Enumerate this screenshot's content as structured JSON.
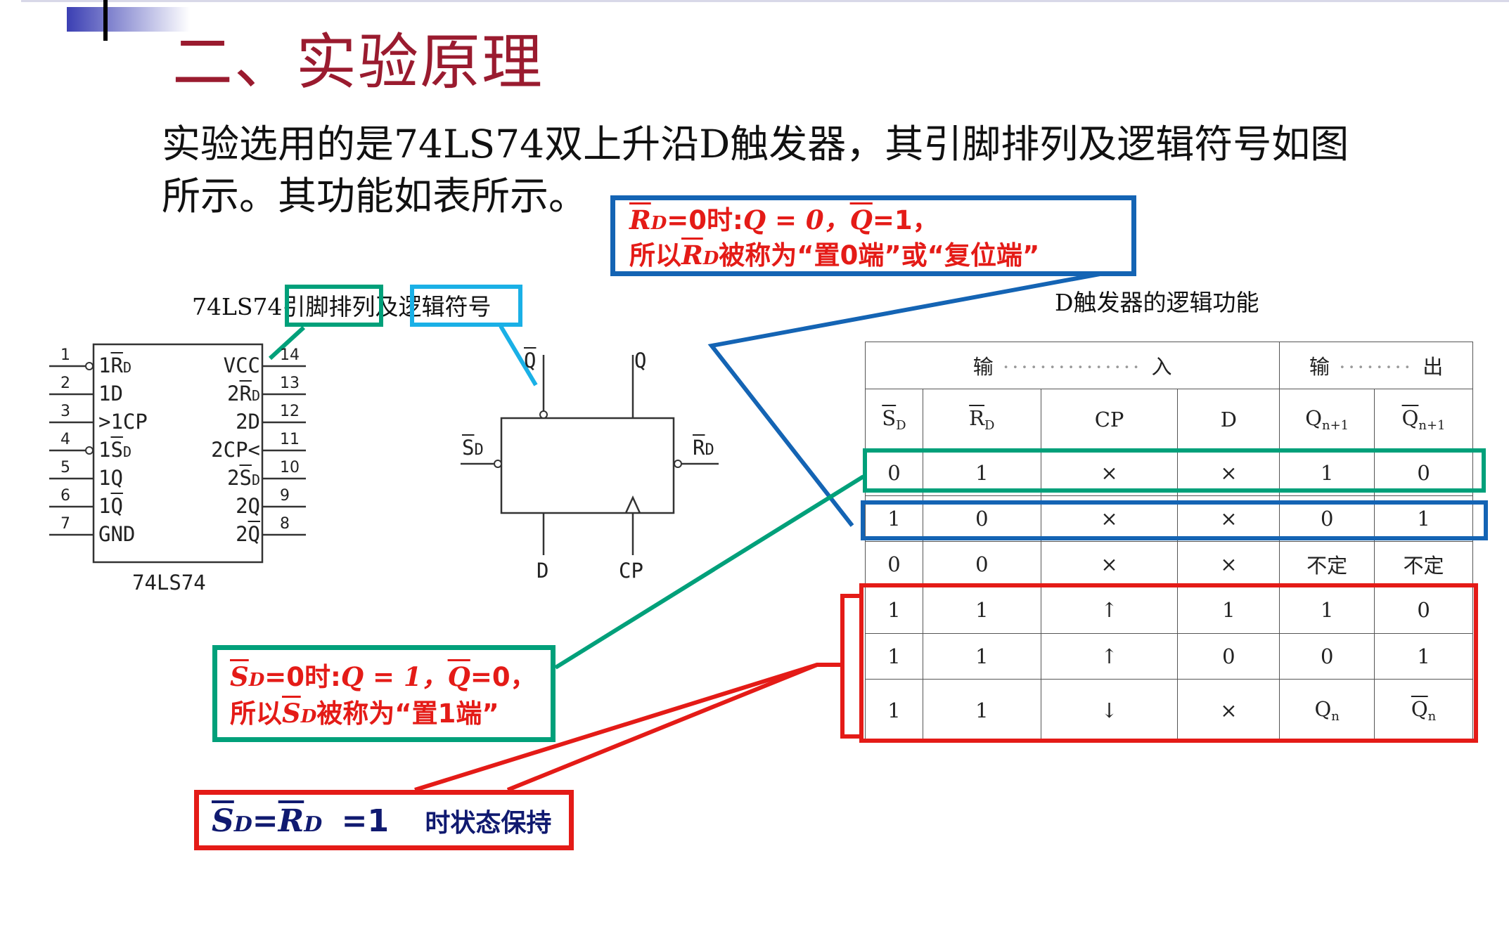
{
  "slide": {
    "title": "二、实验原理",
    "intro_line1": "实验选用的是74LS74双上升沿D触发器，其引脚排列及逻辑符号如图",
    "intro_line2": "所示。其功能如表所示。",
    "pinout_caption": "74LS74引脚排列及逻辑符号",
    "table_caption": "D触发器的逻辑功能"
  },
  "chip": {
    "name": "74LS74",
    "left_pins": [
      {
        "num": "1",
        "label_pre": "1",
        "label_ov": "R",
        "label_sub": "D",
        "bubble": true
      },
      {
        "num": "2",
        "label_pre": "1D",
        "label_ov": "",
        "label_sub": "",
        "bubble": false
      },
      {
        "num": "3",
        "label_pre": ">1CP",
        "label_ov": "",
        "label_sub": "",
        "bubble": false
      },
      {
        "num": "4",
        "label_pre": "1",
        "label_ov": "S",
        "label_sub": "D",
        "bubble": true
      },
      {
        "num": "5",
        "label_pre": "1Q",
        "label_ov": "",
        "label_sub": "",
        "bubble": false
      },
      {
        "num": "6",
        "label_pre": "1",
        "label_ov": "Q",
        "label_sub": "",
        "bubble": false
      },
      {
        "num": "7",
        "label_pre": "GND",
        "label_ov": "",
        "label_sub": "",
        "bubble": false
      }
    ],
    "right_pins": [
      {
        "num": "14",
        "label_pre": "VCC",
        "label_ov": "",
        "label_sub": ""
      },
      {
        "num": "13",
        "label_pre": "2",
        "label_ov": "R",
        "label_sub": "D"
      },
      {
        "num": "12",
        "label_pre": "2D",
        "label_ov": "",
        "label_sub": ""
      },
      {
        "num": "11",
        "label_pre": "2CP<",
        "label_ov": "",
        "label_sub": ""
      },
      {
        "num": "10",
        "label_pre": "2",
        "label_ov": "S",
        "label_sub": "D"
      },
      {
        "num": "9",
        "label_pre": "2Q",
        "label_ov": "",
        "label_sub": ""
      },
      {
        "num": "8",
        "label_pre": "2",
        "label_ov": "Q",
        "label_sub": ""
      }
    ]
  },
  "symbol": {
    "q_bar": "Q",
    "q": "Q",
    "sd": "S",
    "sd_sub": "D",
    "rd": "R",
    "rd_sub": "D",
    "d": "D",
    "cp": "CP"
  },
  "callouts": {
    "rd_line1_tail": "=0时:",
    "rd_line1_eq": "Q = 0，",
    "rd_line1_end": "=1，",
    "rd_line2_pre": "所以",
    "rd_line2_post": "被称为“置0端”或“复位端”",
    "sd_line1_tail": "=0时:",
    "sd_line1_eq": "Q = 1，",
    "sd_line1_end": "=0，",
    "sd_line2_pre": "所以",
    "sd_line2_post": "被称为“置1端”",
    "hold_eq": "=1",
    "hold_text": "时状态保持",
    "sym_R": "R",
    "sym_S": "S",
    "sym_Q": "Q",
    "sym_D": "D"
  },
  "table": {
    "in_label_a": "输",
    "in_label_b": "入",
    "out_label_a": "输",
    "out_label_b": "出",
    "header_sd": "S",
    "header_rd": "R",
    "header_d_sub": "D",
    "header_cp": "CP",
    "header_d": "D",
    "header_qn1": "Q",
    "header_qbn1": "Q",
    "header_n1_sub": "n+1",
    "rows": [
      [
        "0",
        "1",
        "×",
        "×",
        "1",
        "0"
      ],
      [
        "1",
        "0",
        "×",
        "×",
        "0",
        "1"
      ],
      [
        "0",
        "0",
        "×",
        "×",
        "不定",
        "不定"
      ],
      [
        "1",
        "1",
        "↑",
        "1",
        "1",
        "0"
      ],
      [
        "1",
        "1",
        "↑",
        "0",
        "0",
        "1"
      ],
      [
        "1",
        "1",
        "↓",
        "×",
        "Q",
        "Q"
      ]
    ],
    "qn_sub": "n"
  },
  "colors": {
    "title": "#9a1b2f",
    "callout_blue": "#1464b4",
    "callout_green": "#00a07a",
    "callout_cyan": "#1ab0e6",
    "callout_red": "#e41b17"
  }
}
